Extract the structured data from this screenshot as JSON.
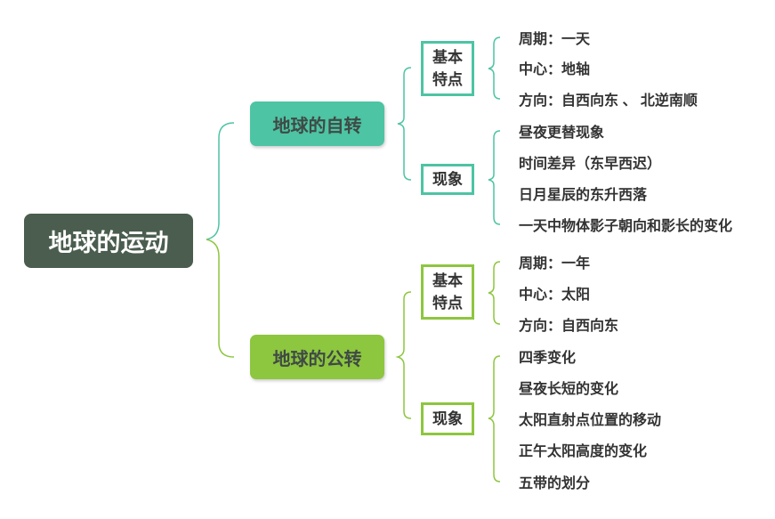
{
  "root": "地球的运动",
  "branches": [
    {
      "label": "地球的自转",
      "color": "#4dc4a4",
      "groups": [
        {
          "label": "基本\n特点",
          "items": [
            "周期：一天",
            "中心：地轴",
            "方向：自西向东 、 北逆南顺"
          ]
        },
        {
          "label": "现象",
          "items": [
            "昼夜更替现象",
            "时间差异（东早西迟）",
            "日月星辰的东升西落",
            "一天中物体影子朝向和影长的变化"
          ]
        }
      ]
    },
    {
      "label": "地球的公转",
      "color": "#8dc63f",
      "groups": [
        {
          "label": "基本\n特点",
          "items": [
            "周期：一年",
            "中心：太阳",
            "方向：自西向东"
          ]
        },
        {
          "label": "现象",
          "items": [
            "四季变化",
            "昼夜长短的变化",
            "太阳直射点位置的移动",
            "正午太阳高度的变化",
            "五带的划分"
          ]
        }
      ]
    }
  ]
}
